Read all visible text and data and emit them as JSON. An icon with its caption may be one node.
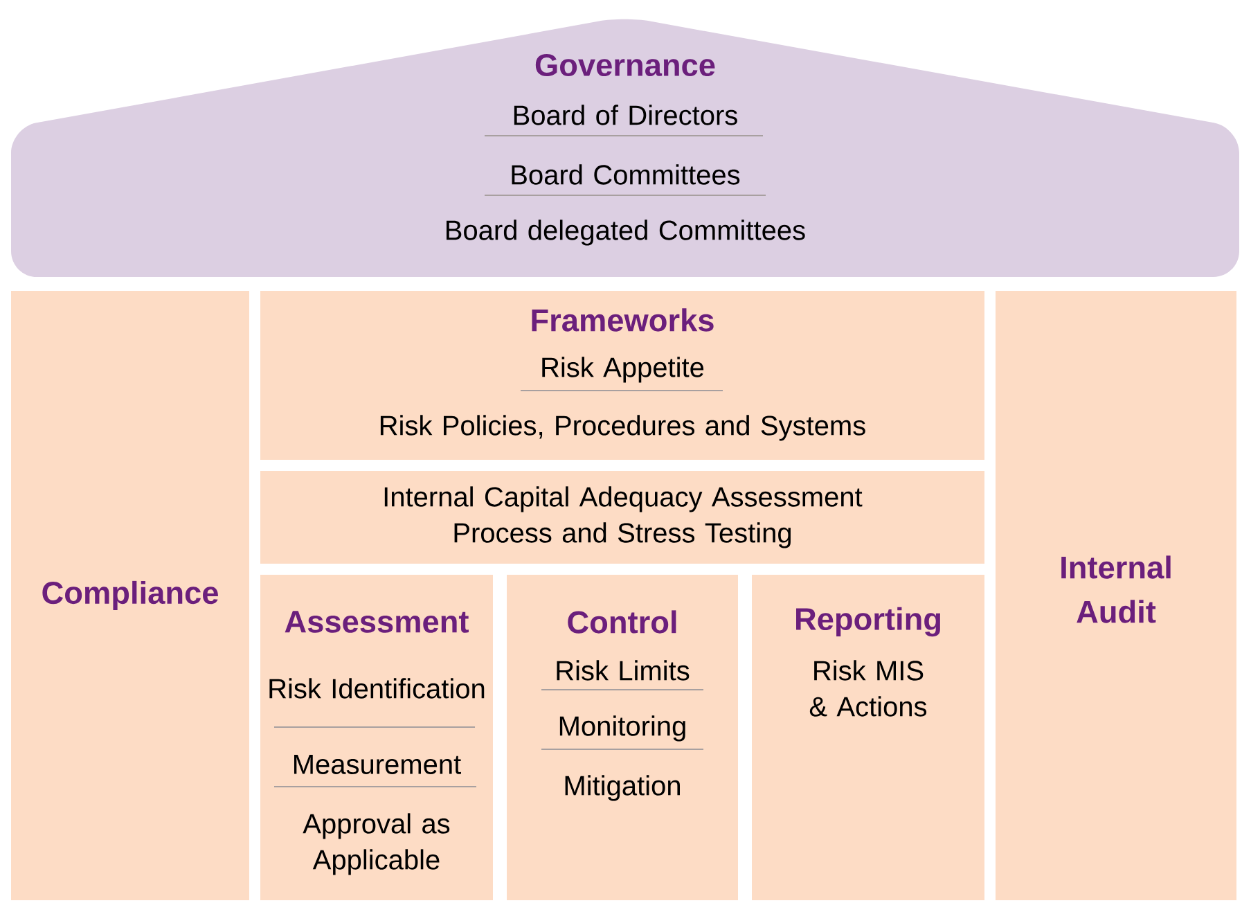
{
  "diagram": {
    "nodes": [
      {
        "text": [
          "Governance",
          "Board of Directors",
          "Board Committees",
          "Board delegated Committees"
        ]
      },
      {
        "text": [
          "Compliance"
        ]
      },
      {
        "text": [
          "Frameworks",
          "Risk Appetite",
          "Risk Policies, Procedures and Systems"
        ]
      },
      {
        "text": [
          "Internal Capital Adequacy Assessment Process and Stress Testing"
        ]
      },
      {
        "text": [
          "Assessment",
          "Risk Identification",
          "Measurement",
          "Approval as Applicable"
        ]
      },
      {
        "text": [
          "Control",
          "Risk Limits",
          "Monitoring",
          "Mitigation"
        ]
      },
      {
        "text": [
          "Reporting",
          "Risk MIS & Actions"
        ]
      },
      {
        "text": [
          "Internal Audit"
        ]
      }
    ]
  }
}
